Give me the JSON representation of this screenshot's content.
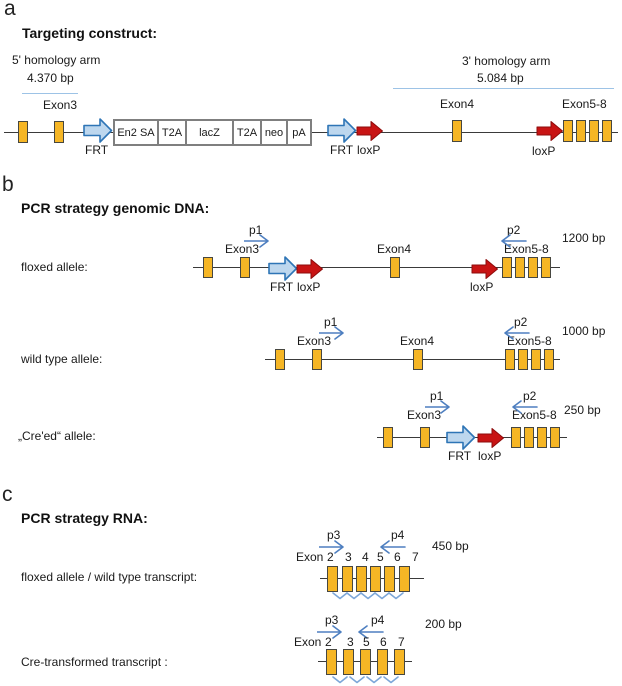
{
  "figure": {
    "panels": {
      "a": {
        "letter": "a",
        "title": "Targeting construct:",
        "arm5_label": "5' homology arm",
        "arm5_size": "4.370 bp",
        "arm3_label": "3' homology arm",
        "arm3_size": "5.084 bp",
        "exon3": "Exon3",
        "exon4": "Exon4",
        "exon58": "Exon5-8",
        "frt": "FRT",
        "loxp": "loxP",
        "cassette": [
          "En2 SA",
          "T2A",
          "lacZ",
          "T2A",
          "neo",
          "pA"
        ]
      },
      "b": {
        "letter": "b",
        "title": "PCR strategy genomic DNA:",
        "p1": "p1",
        "p2": "p2",
        "rows": [
          {
            "label": "floxed allele:",
            "size": "1200 bp",
            "exon3": "Exon3",
            "exon4": "Exon4",
            "exon58": "Exon5-8",
            "frt": "FRT",
            "loxp": "loxP"
          },
          {
            "label": "wild type allele:",
            "size": "1000 bp",
            "exon3": "Exon3",
            "exon4": "Exon4",
            "exon58": "Exon5-8"
          },
          {
            "label": "„Cre'ed“ allele:",
            "size": "250 bp",
            "exon3": "Exon3",
            "exon58": "Exon5-8",
            "frt": "FRT",
            "loxp": "loxP"
          }
        ]
      },
      "c": {
        "letter": "c",
        "title": "PCR strategy RNA:",
        "p3": "p3",
        "p4": "p4",
        "exon_word": "Exon",
        "rows": [
          {
            "label": "floxed allele / wild type transcript:",
            "size": "450 bp",
            "exon_numbers": [
              "2",
              "3",
              "4",
              "5",
              "6",
              "7"
            ]
          },
          {
            "label": "Cre-transformed transcript :",
            "size": "200 bp",
            "exon_numbers": [
              "2",
              "3",
              "5",
              "6",
              "7"
            ]
          }
        ]
      }
    },
    "colors": {
      "exon_fill": "#F6B625",
      "exon_border": "#474740",
      "frt_fill": "#BDD7EE",
      "frt_stroke": "#2E75B6",
      "loxp_fill": "#C81414",
      "loxp_stroke": "#8E0B0B",
      "primer_arrow_blue": "#4E7FC0",
      "splice_blue": "#7CA6D8",
      "homology_line_blue": "#9DC3E6",
      "line_dark": "#3A3A3A"
    }
  }
}
